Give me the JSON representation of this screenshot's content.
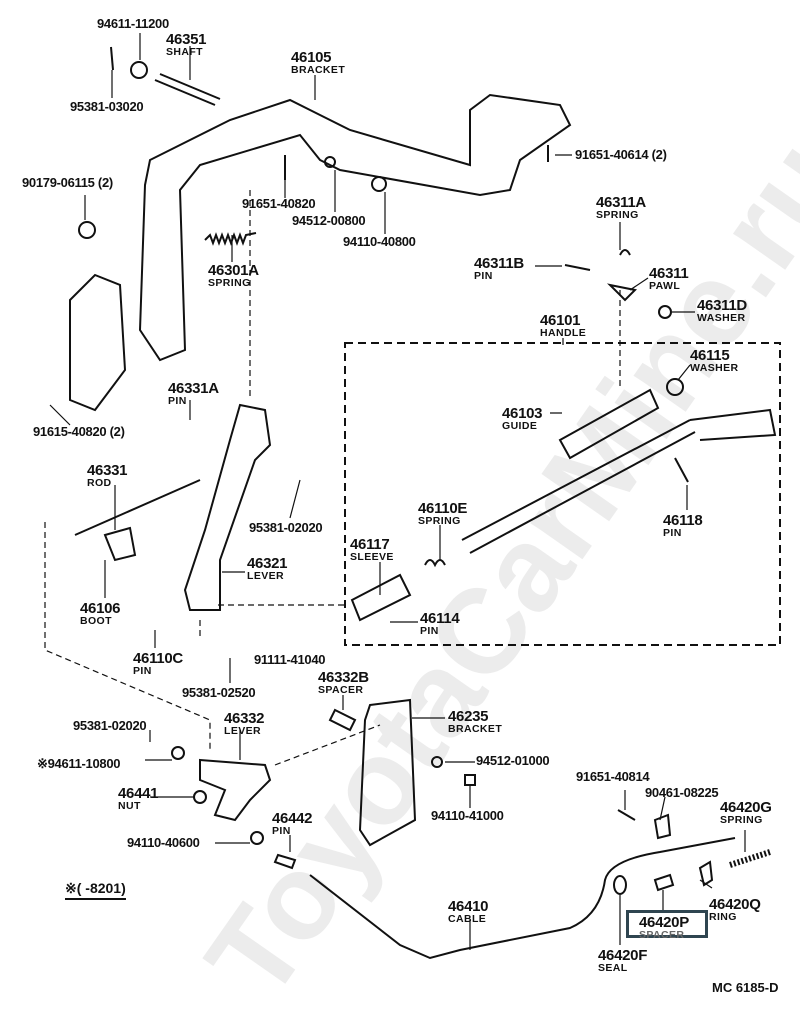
{
  "watermark": "ToyotaCarMine.ru",
  "highlight_color": "#2f4550",
  "parts": [
    {
      "number": "94611-11200",
      "name": ""
    },
    {
      "number": "46351",
      "name": "SHAFT"
    },
    {
      "number": "95381-03020",
      "name": ""
    },
    {
      "number": "46105",
      "name": "BRACKET"
    },
    {
      "number": "90179-06115 (2)",
      "name": ""
    },
    {
      "number": "91651-40820",
      "name": ""
    },
    {
      "number": "94512-00800",
      "name": ""
    },
    {
      "number": "94110-40800",
      "name": ""
    },
    {
      "number": "46301A",
      "name": "SPRING"
    },
    {
      "number": "91651-40614 (2)",
      "name": ""
    },
    {
      "number": "46311A",
      "name": "SPRING"
    },
    {
      "number": "46311B",
      "name": "PIN"
    },
    {
      "number": "46311",
      "name": "PAWL"
    },
    {
      "number": "46311D",
      "name": "WASHER"
    },
    {
      "number": "46101",
      "name": "HANDLE"
    },
    {
      "number": "46115",
      "name": "WASHER"
    },
    {
      "number": "46103",
      "name": "GUIDE"
    },
    {
      "number": "91615-40820 (2)",
      "name": ""
    },
    {
      "number": "46331A",
      "name": "PIN"
    },
    {
      "number": "46331",
      "name": "ROD"
    },
    {
      "number": "95381-02020",
      "name": ""
    },
    {
      "number": "46110E",
      "name": "SPRING"
    },
    {
      "number": "46118",
      "name": "PIN"
    },
    {
      "number": "46117",
      "name": "SLEEVE"
    },
    {
      "number": "46321",
      "name": "LEVER"
    },
    {
      "number": "46106",
      "name": "BOOT"
    },
    {
      "number": "46114",
      "name": "PIN"
    },
    {
      "number": "46110C",
      "name": "PIN"
    },
    {
      "number": "91111-41040",
      "name": ""
    },
    {
      "number": "95381-02520",
      "name": ""
    },
    {
      "number": "46332B",
      "name": "SPACER"
    },
    {
      "number": "46332",
      "name": "LEVER"
    },
    {
      "number": "46235",
      "name": "BRACKET"
    },
    {
      "number": "95381-02020",
      "name": ""
    },
    {
      "number": "※94611-10800",
      "name": ""
    },
    {
      "number": "94512-01000",
      "name": ""
    },
    {
      "number": "46441",
      "name": "NUT"
    },
    {
      "number": "91651-40814",
      "name": ""
    },
    {
      "number": "90461-08225",
      "name": ""
    },
    {
      "number": "46420G",
      "name": "SPRING"
    },
    {
      "number": "94110-41000",
      "name": ""
    },
    {
      "number": "46442",
      "name": "PIN"
    },
    {
      "number": "94110-40600",
      "name": ""
    },
    {
      "number": "46410",
      "name": "CABLE"
    },
    {
      "number": "46420Q",
      "name": "RING"
    },
    {
      "number": "46420P",
      "name": "SPACER"
    },
    {
      "number": "46420F",
      "name": "SEAL"
    }
  ],
  "footnote": "※(      -8201)",
  "diagram_code": "MC 6185-D"
}
